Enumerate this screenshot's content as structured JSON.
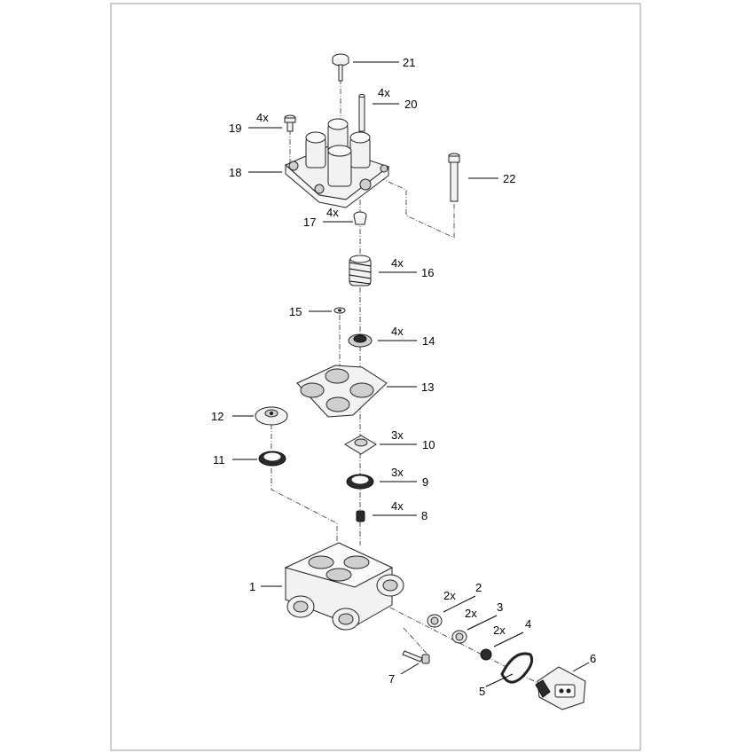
{
  "labels": {
    "p1": "1",
    "p2": "2",
    "p3": "3",
    "p4": "4",
    "p5": "5",
    "p6": "6",
    "p7": "7",
    "p8": "8",
    "p9": "9",
    "p10": "10",
    "p11": "11",
    "p12": "12",
    "p13": "13",
    "p14": "14",
    "p15": "15",
    "p16": "16",
    "p17": "17",
    "p18": "18",
    "p19": "19",
    "p20": "20",
    "p21": "21",
    "p22": "22"
  },
  "quantities": {
    "q2": "2x",
    "q3": "2x",
    "q4": "2x",
    "q8": "4x",
    "q9": "3x",
    "q10": "3x",
    "q14": "4x",
    "q16": "4x",
    "q17": "4x",
    "q19": "4x",
    "q20": "4x"
  }
}
